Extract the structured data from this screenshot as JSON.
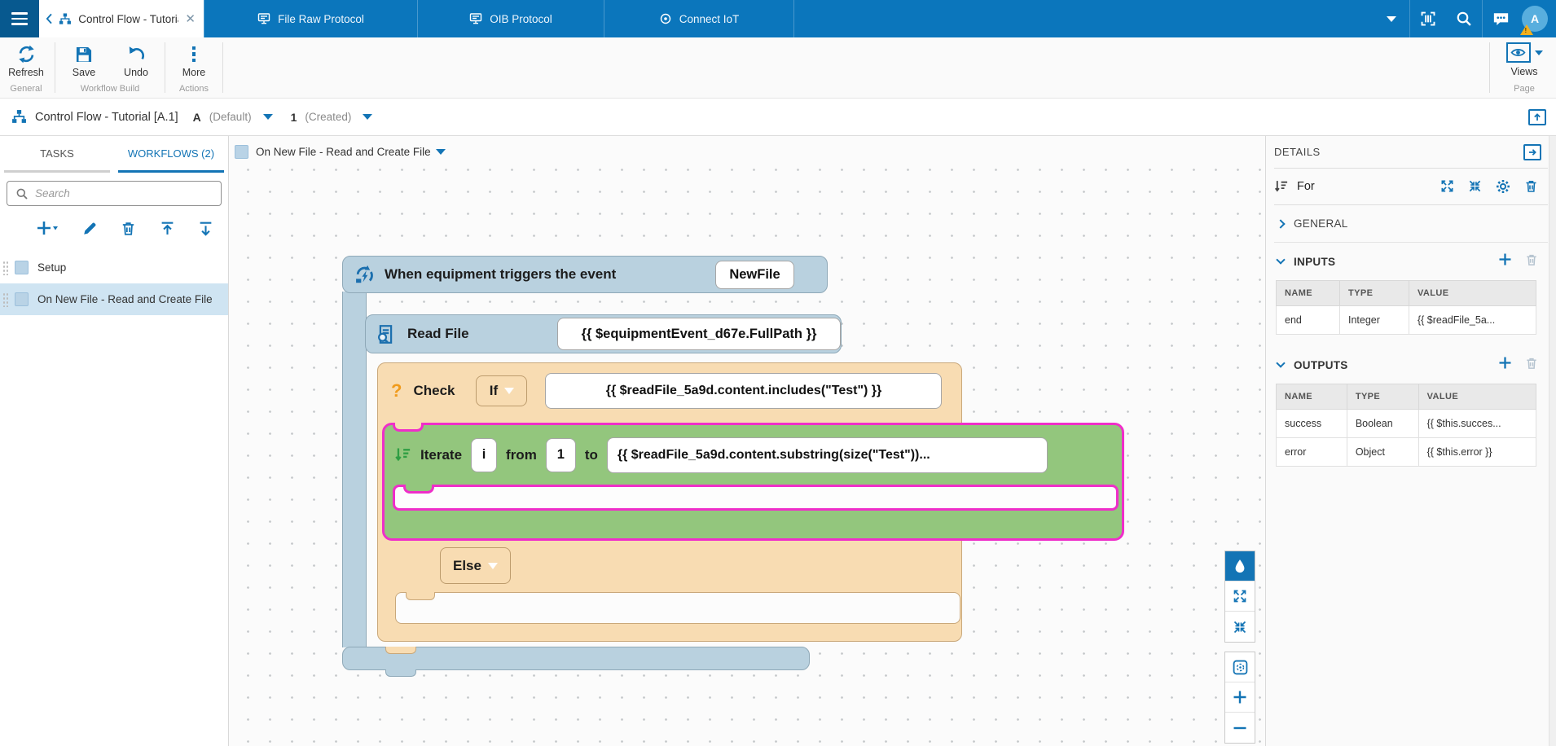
{
  "colors": {
    "accent": "#1374b5",
    "topbar": "#0b76bc",
    "selection": "#ef2ec9",
    "block_blue": "#b9d1df",
    "block_peach": "#f8dcb2",
    "block_green": "#93c67d"
  },
  "topbar": {
    "active_tab": {
      "label": "Control Flow - Tutorial"
    },
    "tabs": [
      {
        "label": "File Raw Protocol"
      },
      {
        "label": "OIB Protocol"
      },
      {
        "label": "Connect IoT"
      }
    ],
    "avatar": {
      "initial": "A",
      "badge": "!"
    }
  },
  "ribbon": {
    "buttons": {
      "refresh": "Refresh",
      "save": "Save",
      "undo": "Undo",
      "more": "More"
    },
    "groups": {
      "general": "General",
      "workflow_build": "Workflow Build",
      "actions": "Actions",
      "page": "Page"
    },
    "views_label": "Views"
  },
  "breadcrumb": {
    "title": "Control Flow - Tutorial [A.1]",
    "version_letter": "A",
    "version_state": "(Default)",
    "revision_number": "1",
    "revision_state": "(Created)"
  },
  "sidebar": {
    "tabs": {
      "tasks": "TASKS",
      "workflows": "WORKFLOWS (2)"
    },
    "search_placeholder": "Search",
    "items": [
      {
        "label": "Setup"
      },
      {
        "label": "On New File - Read and Create File"
      }
    ]
  },
  "canvas": {
    "header_title": "On New File - Read and Create File",
    "blocks": {
      "trigger": {
        "label": "When equipment triggers the event",
        "event_field": "NewFile"
      },
      "read_file": {
        "label": "Read File",
        "path_field": "{{ $equipmentEvent_d67e.FullPath }}"
      },
      "check": {
        "icon_glyph": "?",
        "label": "Check",
        "condition_dropdown": "If",
        "condition_field": "{{ $readFile_5a9d.content.includes(\"Test\") }}",
        "else_dropdown": "Else"
      },
      "iterate": {
        "label": "Iterate",
        "var_field": "i",
        "from_label": "from",
        "from_field": "1",
        "to_label": "to",
        "to_field": "{{ $readFile_5a9d.content.substring(size(\"Test\"))..."
      }
    }
  },
  "details": {
    "title": "DETAILS",
    "selected_block_label": "For",
    "general_label": "GENERAL",
    "inputs": {
      "label": "INPUTS",
      "columns": [
        "NAME",
        "TYPE",
        "VALUE"
      ],
      "rows": [
        [
          "end",
          "Integer",
          "{{ $readFile_5a..."
        ]
      ]
    },
    "outputs": {
      "label": "OUTPUTS",
      "columns": [
        "NAME",
        "TYPE",
        "VALUE"
      ],
      "rows": [
        [
          "success",
          "Boolean",
          "{{ $this.succes..."
        ],
        [
          "error",
          "Object",
          "{{ $this.error }}"
        ]
      ]
    }
  }
}
